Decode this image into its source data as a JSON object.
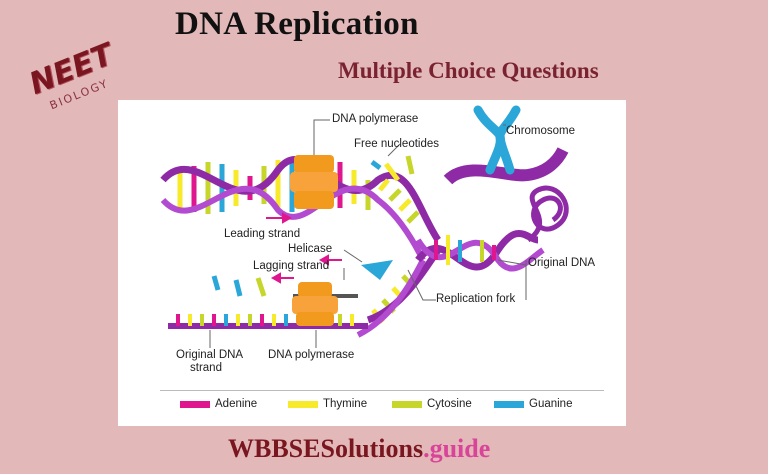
{
  "header": {
    "title": "DNA Replication",
    "subtitle": "Multiple Choice  Questions"
  },
  "logo": {
    "main": "NEET",
    "sub": "BIOLOGY"
  },
  "diagram": {
    "labels": {
      "dna_polymerase_top": "DNA polymerase",
      "free_nucleotides": "Free nucleotides",
      "chromosome": "Chromosome",
      "leading_strand": "Leading strand",
      "helicase": "Helicase",
      "lagging_strand": "Lagging strand",
      "original_dna": "Original DNA",
      "replication_fork": "Replication fork",
      "original_dna_strand_1": "Original DNA",
      "original_dna_strand_2": "strand",
      "dna_polymerase_bottom": "DNA polymerase"
    },
    "legend": [
      {
        "label": "Adenine",
        "color": "#e0168f"
      },
      {
        "label": "Thymine",
        "color": "#f6ea2a"
      },
      {
        "label": "Cytosine",
        "color": "#c7d62a"
      },
      {
        "label": "Guanine",
        "color": "#2aa6d9"
      }
    ]
  },
  "footer": {
    "site_a": "WBBSESolutions",
    "site_b": ".guide"
  }
}
